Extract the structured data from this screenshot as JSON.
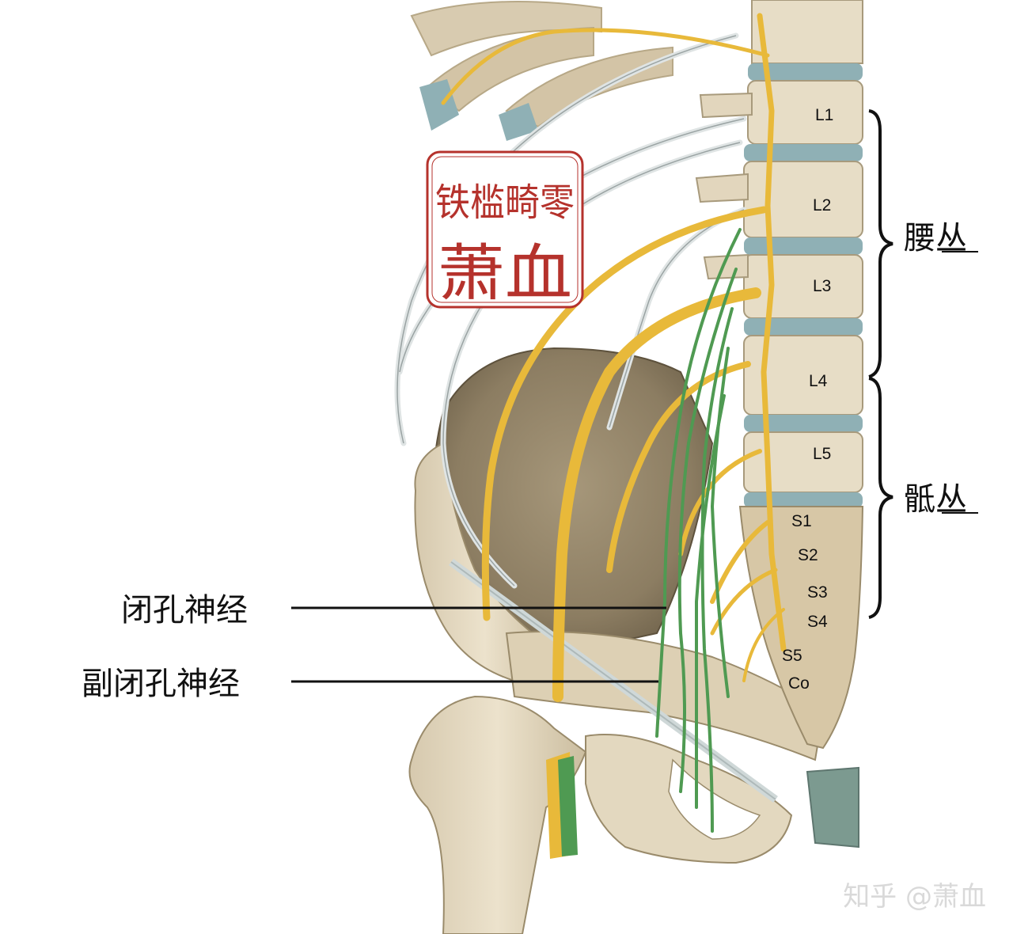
{
  "vertebrae": {
    "lumbar": [
      "L1",
      "L2",
      "L3",
      "L4",
      "L5"
    ],
    "sacral": [
      "S1",
      "S2",
      "S3",
      "S4",
      "S5",
      "Co"
    ]
  },
  "side_labels": {
    "lumbar_plexus": "腰丛",
    "sacral_plexus": "骶丛"
  },
  "callouts": {
    "obturator_nerve": "闭孔神经",
    "accessory_obturator_nerve": "副闭孔神经"
  },
  "seal": {
    "top_text": "铁槛畸零",
    "bottom_text": "萧血"
  },
  "watermark": "知乎 @萧血",
  "colors": {
    "nerve_yellow": "#e8b93a",
    "nerve_green": "#4f9a52",
    "nerve_gray": "#d9dede",
    "bone": "#e2d6bd",
    "disc": "#8fb0b5",
    "seal_red": "#b5322c"
  }
}
